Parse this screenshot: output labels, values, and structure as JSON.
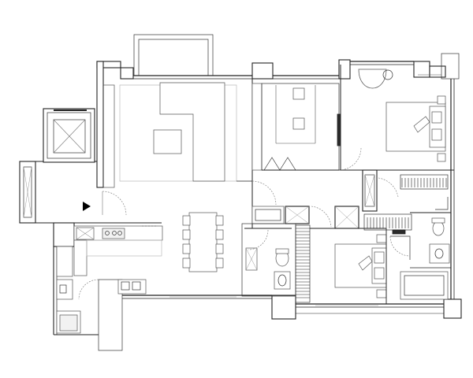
{
  "plan": {
    "colors": {
      "wall": "#222222",
      "fill": "#ffffff",
      "furniture": "#555555",
      "marker": "#000000"
    },
    "rooms": [
      "living-room",
      "dining-area",
      "kitchen",
      "study",
      "master-bedroom",
      "second-bedroom",
      "bathroom-1",
      "bathroom-2",
      "elevator",
      "entrance-corridor",
      "balcony",
      "walk-in-closet"
    ],
    "icons": [
      "entry-arrow-icon",
      "elevator-x-icon"
    ]
  }
}
